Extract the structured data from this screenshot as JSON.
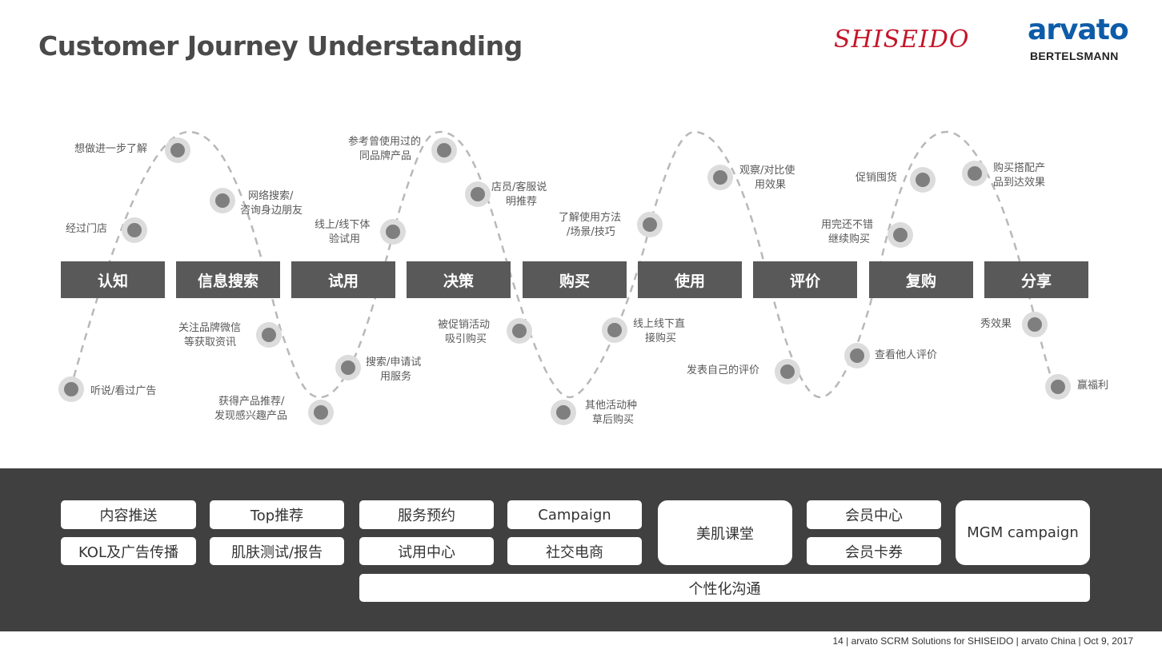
{
  "header": {
    "title": "Customer Journey Understanding",
    "logo_shiseido": "SHISEIDO",
    "logo_arvato": "arvato",
    "logo_bertelsmann": "BERTELSMANN"
  },
  "stages": [
    "认知",
    "信息搜索",
    "试用",
    "决策",
    "购买",
    "使用",
    "评价",
    "复购",
    "分享"
  ],
  "touchpoints": [
    "想做进一步了解",
    "经过门店",
    "听说/看过广告",
    "网络搜索/",
    "咨询身边朋友",
    "关注品牌微信",
    "等获取资讯",
    "获得产品推荐/",
    "发现感兴趣产品",
    "搜索/申请试",
    "用服务",
    "线上/线下体",
    "验试用",
    "参考曾使用过的",
    "同品牌产品",
    "店员/客服说",
    "明推荐",
    "被促销活动",
    "吸引购买",
    "其他活动种",
    "草后购买",
    "线上线下直",
    "接购买",
    "了解使用方法",
    "/场景/技巧",
    "观察/对比使",
    "用效果",
    "发表自己的评价",
    "查看他人评价",
    "用完还不错",
    "继续购买",
    "促销囤货",
    "购买搭配产",
    "品到达效果",
    "秀效果",
    "赢福利"
  ],
  "services": {
    "p1": "内容推送",
    "p2": "KOL及广告传播",
    "p3": "Top推荐",
    "p4": "肌肤测试/报告",
    "p5": "服务预约",
    "p6": "试用中心",
    "p7": "Campaign",
    "p8": "社交电商",
    "p9": "美肌课堂",
    "p10": "会员中心",
    "p11": "会员卡券",
    "p12": "MGM campaign",
    "p13": "个性化沟通"
  },
  "footer": "14 | arvato SCRM Solutions for SHISEIDO   | arvato China | Oct 9, 2017",
  "colors": {
    "stage_bg": "#595959",
    "band_bg": "#404040",
    "shiseido_red": "#c4162a",
    "arvato_blue": "#0d5ca8"
  }
}
